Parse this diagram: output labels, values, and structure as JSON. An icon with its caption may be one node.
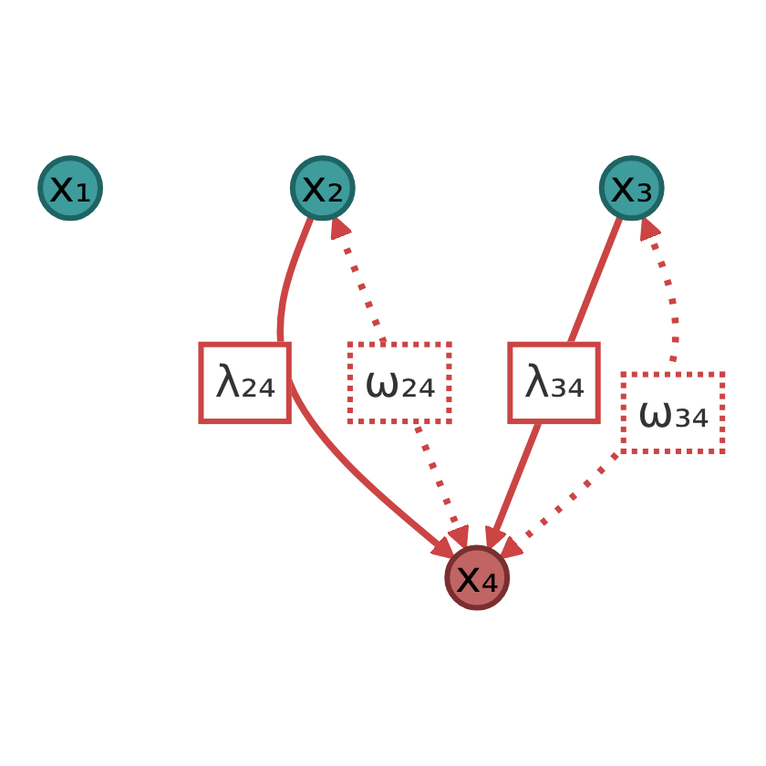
{
  "diagram": {
    "nodes": [
      {
        "text": [
          "x₁"
        ]
      },
      {
        "text": [
          "x₂"
        ]
      },
      {
        "text": [
          "x₃"
        ]
      },
      {
        "text": [
          "x₄"
        ]
      }
    ],
    "edges": [
      {
        "from": 1,
        "to": 3,
        "arrow": "to",
        "label": "λ₂₄"
      },
      {
        "from": 2,
        "to": 3,
        "arrow": "to",
        "label": "λ₃₄"
      },
      {
        "from": 3,
        "to": 1,
        "arrow": "both",
        "label": "ω₂₄",
        "style": "dashed"
      },
      {
        "from": 2,
        "to": 3,
        "arrow": "both",
        "label": "ω₃₄",
        "style": "dashed"
      }
    ]
  }
}
